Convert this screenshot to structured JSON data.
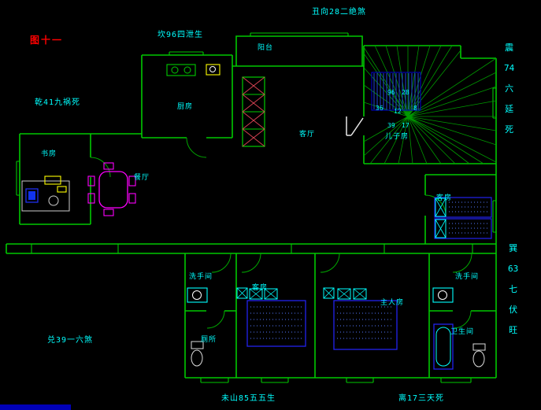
{
  "title": "图十一",
  "annotations": {
    "top_center": "丑向28二绝煞",
    "kan": "坎96四泄生",
    "qian": "乾41九祸死",
    "dui": "兑39一六煞",
    "bottom_left": "未山85五五生",
    "bottom_right": "离17三天死",
    "zhen_column": [
      "震",
      "74",
      "六",
      "延",
      "死"
    ],
    "xun_column": [
      "巽",
      "63",
      "七",
      "伏",
      "旺"
    ]
  },
  "rooms": {
    "balcony": "阳台",
    "kitchen": "厨房",
    "dining": "餐厅",
    "study": "书房",
    "living": "客厅",
    "son_room": "儿子房",
    "guest_right": "客房",
    "washroom_left": "洗手间",
    "guest_bottom": "客房",
    "master": "主人房",
    "washroom_right": "洗手间",
    "toilet": "厕所",
    "bathroom": "卫生间"
  },
  "compass": {
    "numbers": [
      "96",
      "28",
      "36",
      "12",
      "8",
      "39",
      "17"
    ]
  },
  "colors": {
    "background": "#000000",
    "wall": "#00C800",
    "text": "#00FFFF",
    "title": "#FF0000",
    "bed_blue": "#2222EE",
    "dining_magenta": "#FF00FF",
    "kitchen_yellow": "#FFFF00",
    "bottom_bar": "#0000B8"
  }
}
